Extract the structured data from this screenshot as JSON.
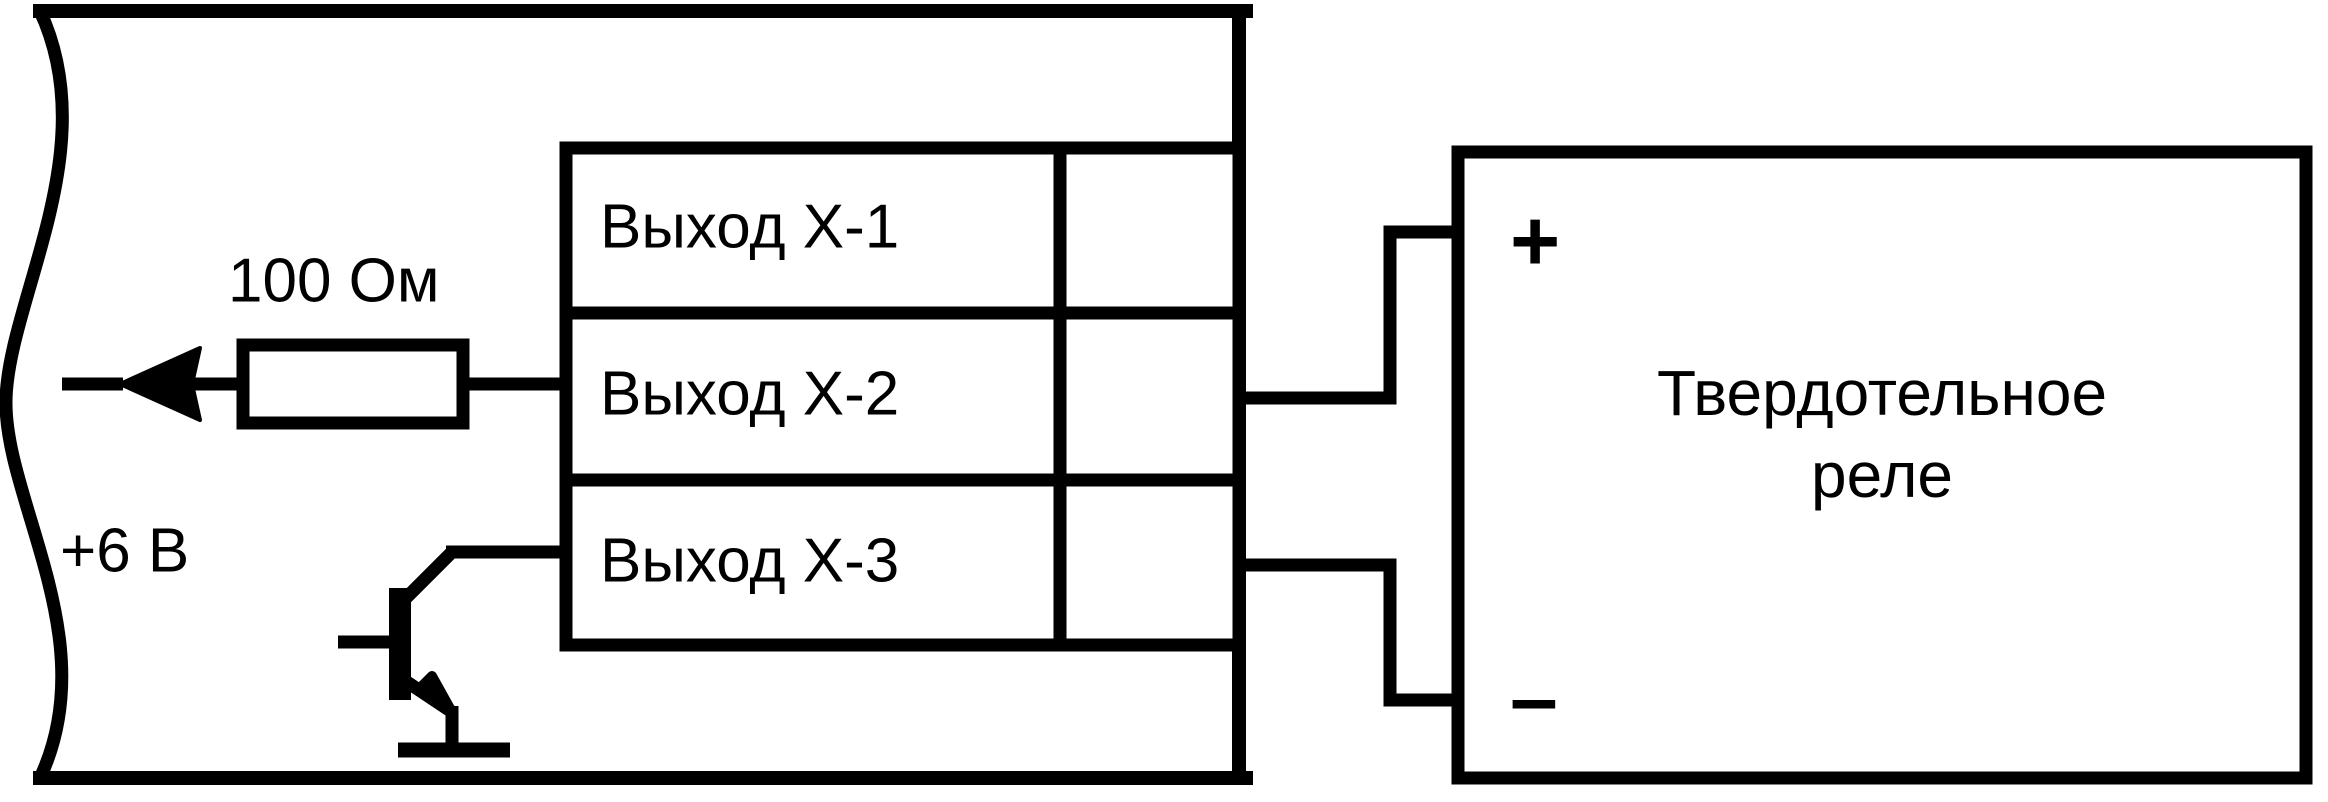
{
  "diagram": {
    "title_visible": false,
    "type": "electrical-wiring-schematic",
    "language": "ru",
    "stroke_color": "#000000",
    "background_color": "#ffffff",
    "device": {
      "name": "controller-enclosure",
      "edge_style": "broken-wavy-left-edge"
    },
    "resistor": {
      "value_label": "100 Ом",
      "arrow_direction": "left"
    },
    "supply": {
      "label": "+6 В"
    },
    "transistor": {
      "type": "npn",
      "name": "output-transistor"
    },
    "terminal_table": {
      "rows": [
        {
          "label": "Выход X-1",
          "terminal": ""
        },
        {
          "label": "Выход X-2",
          "terminal": ""
        },
        {
          "label": "Выход X-3",
          "terminal": ""
        }
      ]
    },
    "relay": {
      "name_line_1": "Твердотельное",
      "name_line_2": "реле",
      "plus_sign": "+",
      "minus_sign": "–"
    },
    "wires": [
      {
        "from": "Выход X-2",
        "to": "relay +"
      },
      {
        "from": "Выход X-3",
        "to": "relay –"
      }
    ]
  }
}
